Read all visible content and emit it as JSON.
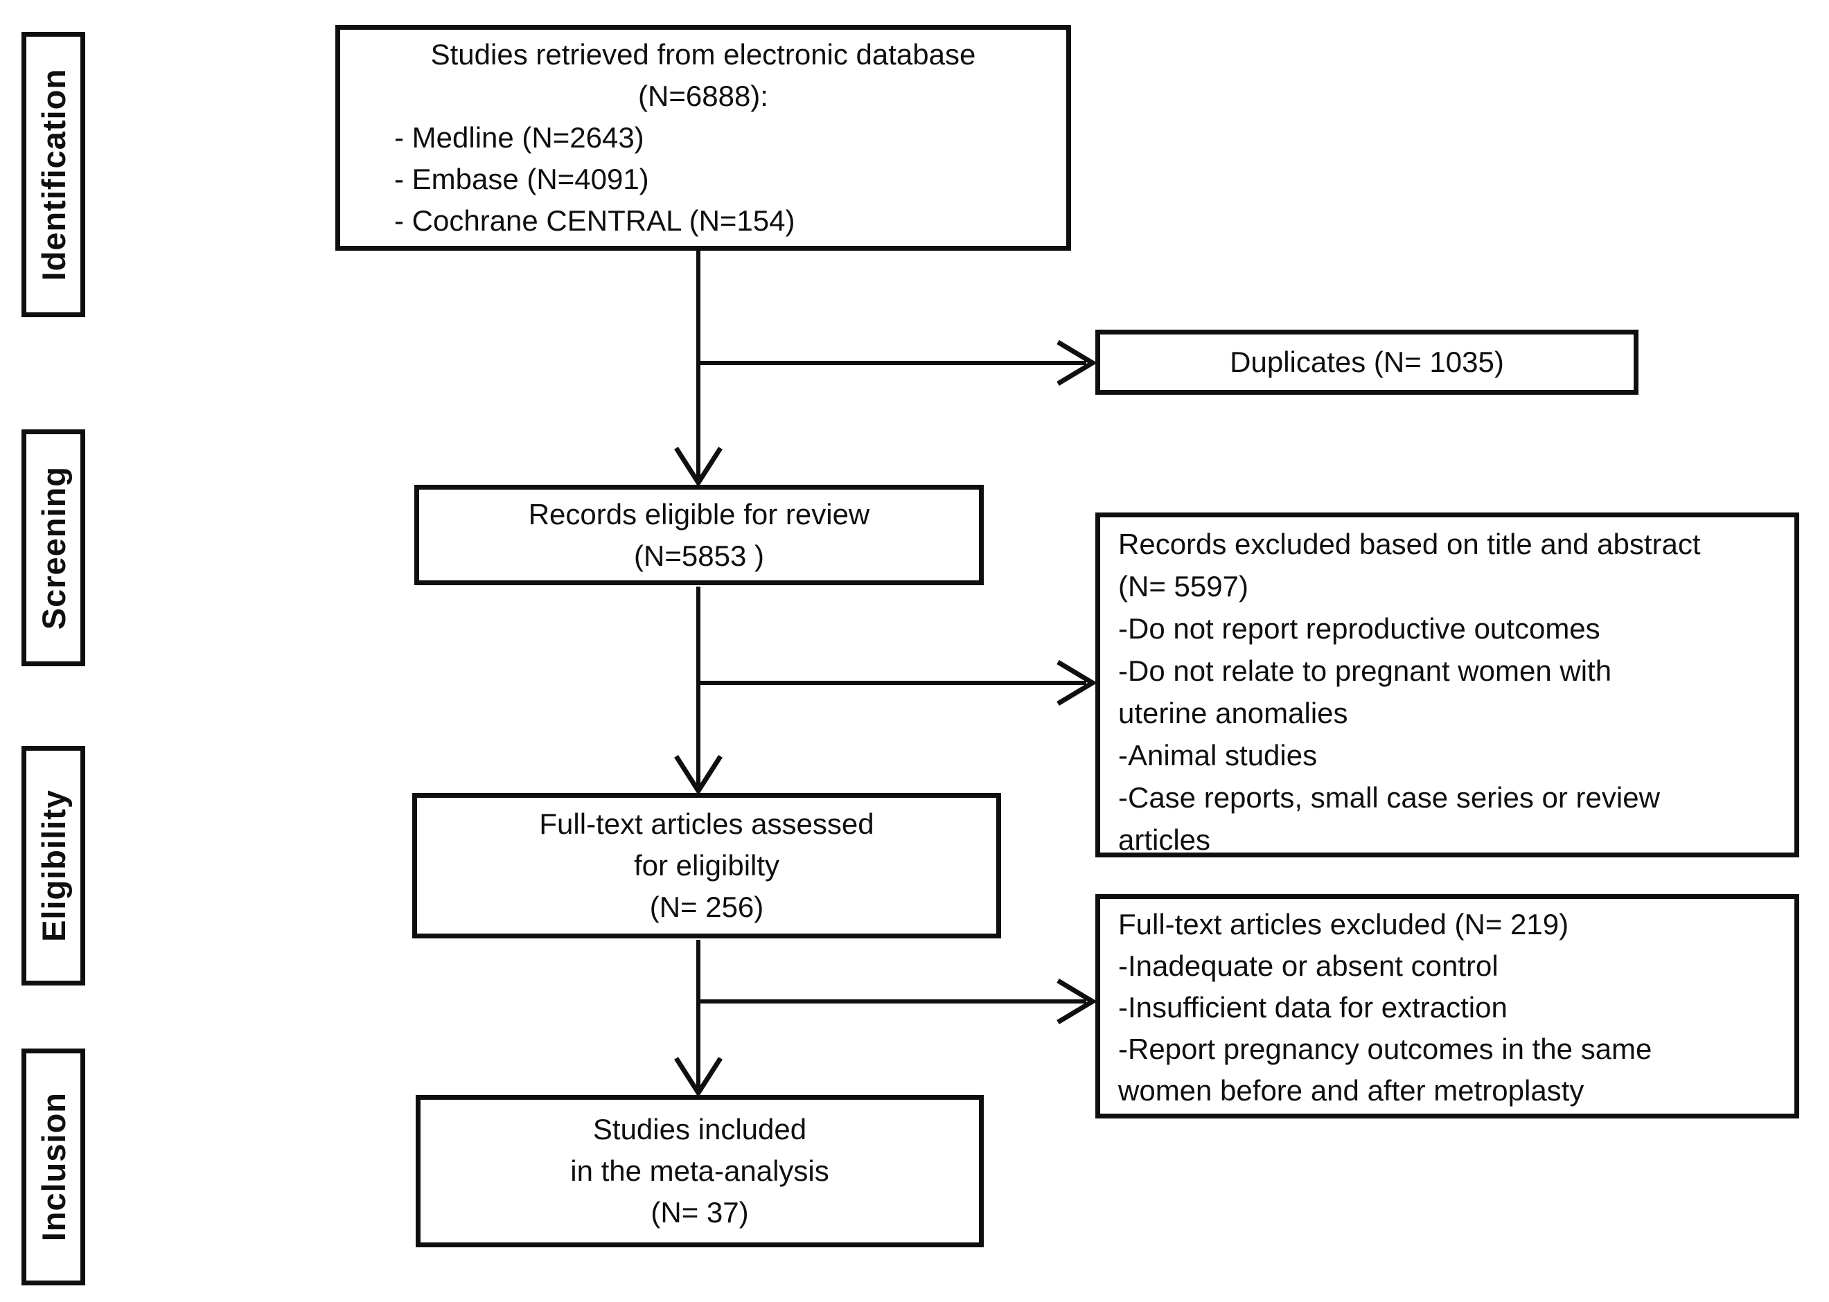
{
  "stages": [
    {
      "label": "Identification"
    },
    {
      "label": "Screening"
    },
    {
      "label": "Eligibility"
    },
    {
      "label": "Inclusion"
    }
  ],
  "boxes": {
    "retrieved": {
      "title": "Studies retrieved from electronic database",
      "subtitle": "(N=6888):",
      "items": [
        "- Medline (N=2643)",
        "- Embase (N=4091)",
        "- Cochrane CENTRAL (N=154)"
      ]
    },
    "duplicates": {
      "label": "Duplicates (N= 1035)"
    },
    "eligible": {
      "lines": [
        "Records eligible for review",
        "(N=5853 )"
      ]
    },
    "records_excluded": {
      "lines": [
        "Records excluded based on title and abstract",
        "(N= 5597)",
        "-Do not report reproductive outcomes",
        "-Do not relate to pregnant women with",
        "uterine anomalies",
        "-Animal studies",
        "-Case reports, small case series or review",
        "articles"
      ]
    },
    "fulltext": {
      "lines": [
        "Full-text articles assessed",
        "for eligibilty",
        "(N= 256)"
      ]
    },
    "fulltext_excluded": {
      "lines": [
        "Full-text articles excluded (N= 219)",
        "-Inadequate or absent control",
        "-Insufficient data for extraction",
        "-Report pregnancy outcomes in the same",
        "women before and after metroplasty"
      ]
    },
    "included": {
      "lines": [
        "Studies included",
        "in the meta-analysis",
        "(N= 37)"
      ]
    }
  },
  "colors": {
    "ink": "#0f0f0f",
    "background": "#ffffff"
  }
}
